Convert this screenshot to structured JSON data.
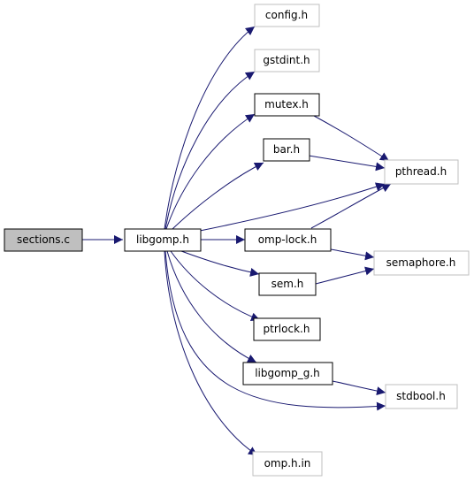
{
  "colors": {
    "edge": "#191970",
    "highlight_fill": "#bfbfbf",
    "node_border": "#000000",
    "external_border": "#bfbfbf"
  },
  "nodes": {
    "sections": {
      "label": "sections.c",
      "style": "highlight"
    },
    "libgomp": {
      "label": "libgomp.h",
      "style": "documented"
    },
    "config": {
      "label": "config.h",
      "style": "external"
    },
    "gstdint": {
      "label": "gstdint.h",
      "style": "external"
    },
    "mutex": {
      "label": "mutex.h",
      "style": "documented"
    },
    "bar": {
      "label": "bar.h",
      "style": "documented"
    },
    "pthread": {
      "label": "pthread.h",
      "style": "external"
    },
    "omplock": {
      "label": "omp-lock.h",
      "style": "documented"
    },
    "semaphore": {
      "label": "semaphore.h",
      "style": "external"
    },
    "sem": {
      "label": "sem.h",
      "style": "documented"
    },
    "ptrlock": {
      "label": "ptrlock.h",
      "style": "documented"
    },
    "libgomp_g": {
      "label": "libgomp_g.h",
      "style": "documented"
    },
    "stdbool": {
      "label": "stdbool.h",
      "style": "external"
    },
    "omph": {
      "label": "omp.h.in",
      "style": "external"
    }
  },
  "edges": [
    {
      "from": "sections",
      "to": "libgomp"
    },
    {
      "from": "libgomp",
      "to": "config"
    },
    {
      "from": "libgomp",
      "to": "gstdint"
    },
    {
      "from": "libgomp",
      "to": "mutex"
    },
    {
      "from": "libgomp",
      "to": "bar"
    },
    {
      "from": "libgomp",
      "to": "pthread"
    },
    {
      "from": "libgomp",
      "to": "omplock"
    },
    {
      "from": "libgomp",
      "to": "sem"
    },
    {
      "from": "libgomp",
      "to": "ptrlock"
    },
    {
      "from": "libgomp",
      "to": "libgomp_g"
    },
    {
      "from": "libgomp",
      "to": "stdbool"
    },
    {
      "from": "libgomp",
      "to": "omph"
    },
    {
      "from": "mutex",
      "to": "pthread"
    },
    {
      "from": "bar",
      "to": "pthread"
    },
    {
      "from": "omplock",
      "to": "pthread"
    },
    {
      "from": "omplock",
      "to": "semaphore"
    },
    {
      "from": "sem",
      "to": "semaphore"
    },
    {
      "from": "libgomp_g",
      "to": "stdbool"
    }
  ]
}
